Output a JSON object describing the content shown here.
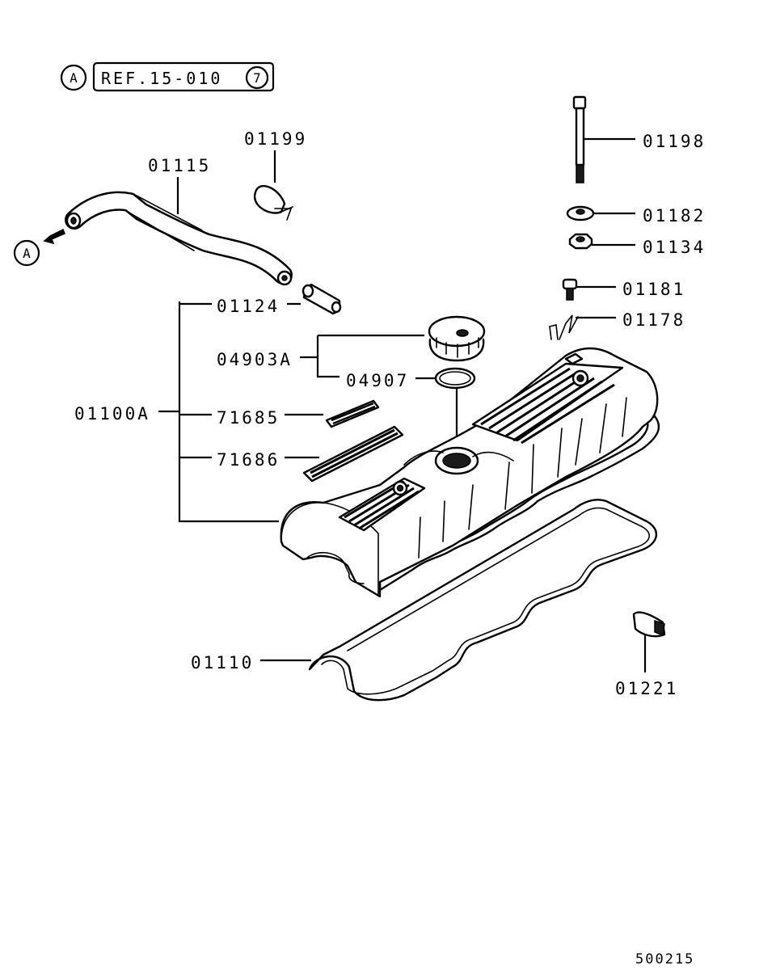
{
  "reference": {
    "circle_letter": "A",
    "ref_text": "REF.15-010",
    "ref_circle_number": "7"
  },
  "arrow_marker": {
    "circle_letter": "A"
  },
  "part_numbers": {
    "p01199": "01199",
    "p01115": "01115",
    "p01198": "01198",
    "p01182": "01182",
    "p01134": "01134",
    "p01181": "01181",
    "p01178": "01178",
    "p01124": "01124",
    "p04903A": "04903A",
    "p04907": "04907",
    "p01100A": "01100A",
    "p71685": "71685",
    "p71686": "71686",
    "p01110": "01110",
    "p01221": "01221"
  },
  "diagram_code": "500215"
}
